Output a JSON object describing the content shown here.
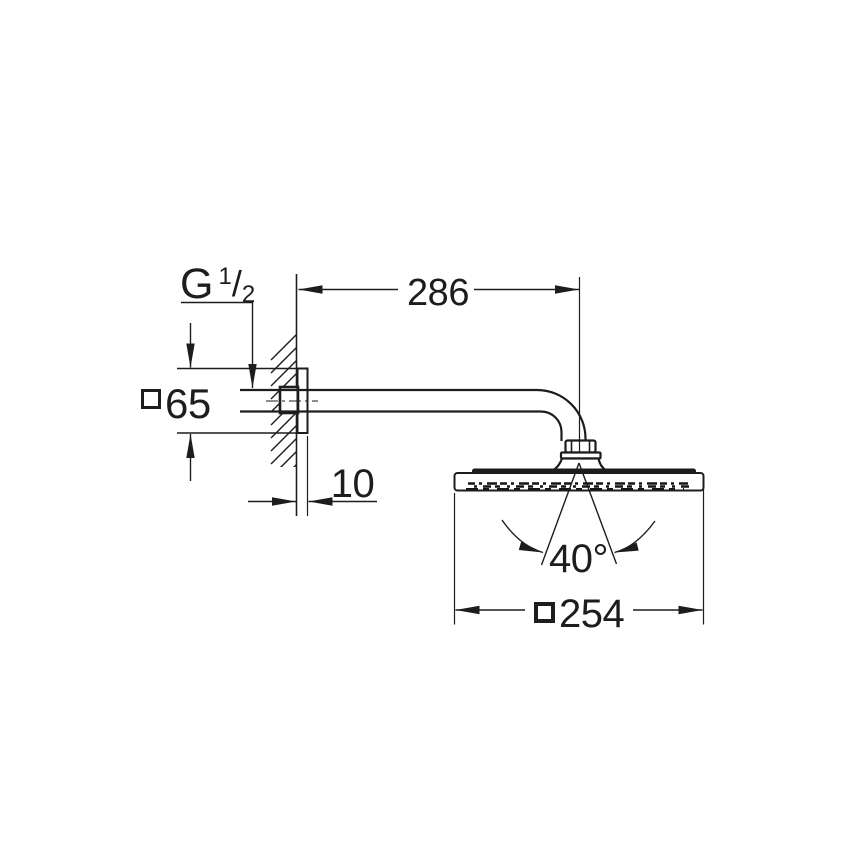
{
  "figure": {
    "type": "technical-dimension-drawing",
    "subject": "wall-mounted head shower with shower arm, side view",
    "background_color": "#ffffff",
    "line_color": "#1d1d1d"
  },
  "labels": {
    "thread": {
      "prefix": "G",
      "numerator": "1",
      "slash": "/",
      "denominator": "2"
    },
    "dim_arm_projection": "286",
    "dim_plate_size": "65",
    "dim_plate_thickness": "10",
    "dim_spray_angle": "40°",
    "dim_head_size": "254"
  },
  "icons": {
    "square_profile_left": "square-outline-symbol",
    "square_profile_bottom": "square-outline-symbol"
  }
}
